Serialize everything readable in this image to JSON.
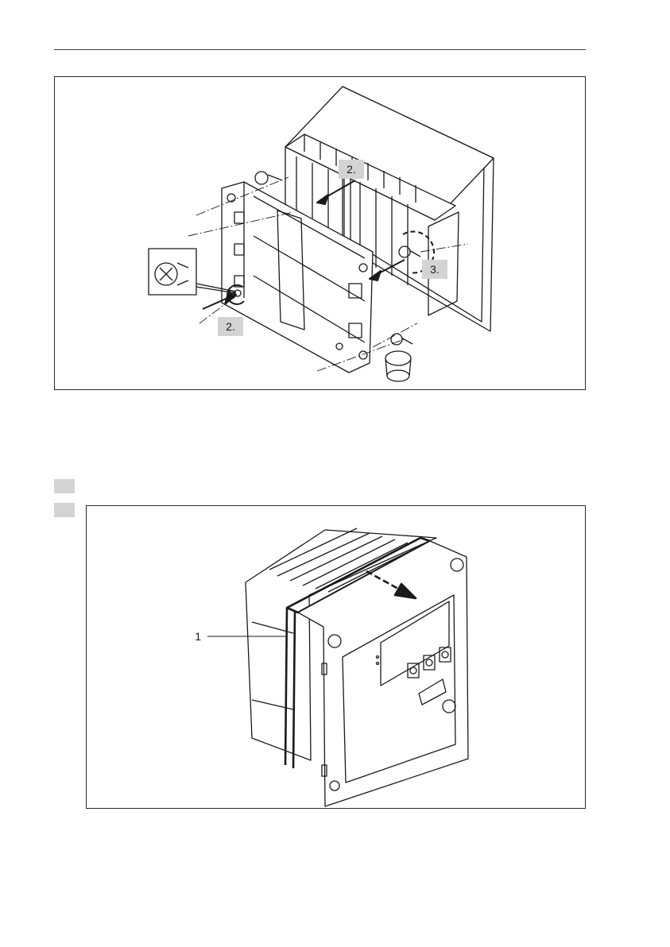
{
  "figure1": {
    "callouts": [
      "2.",
      "2.",
      "3."
    ]
  },
  "figure2": {
    "callouts": [
      "1"
    ]
  },
  "colors": {
    "line": "#1a1a1a",
    "callout_fill": "#d3d3d3",
    "step_marker_fill": "#d3d3d3"
  }
}
